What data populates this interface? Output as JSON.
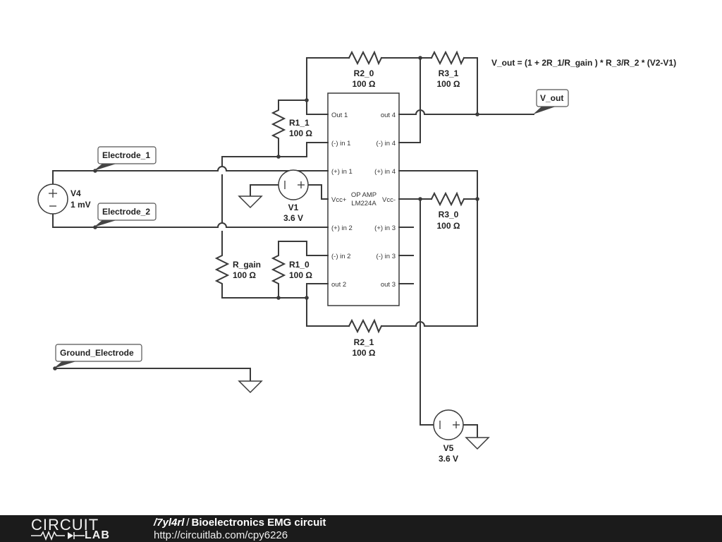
{
  "formula": "V_out = (1 + 2R_1/R_gain ) * R_3/R_2 * (V2-V1)",
  "net_tags": {
    "electrode_1": "Electrode_1",
    "electrode_2": "Electrode_2",
    "ground_electrode": "Ground_Electrode",
    "v_out": "V_out"
  },
  "opamp": {
    "part_type": "OP AMP",
    "part_number": "LM224A",
    "pins_left": [
      "Out 1",
      "(-) in 1",
      "(+) in 1",
      "Vcc+",
      "(+) in 2",
      "(-) in 2",
      "out 2"
    ],
    "pins_right": [
      "out 4",
      "(-) in 4",
      "(+) in 4",
      "Vcc-",
      "(+) in 3",
      "(-) in 3",
      "out 3"
    ]
  },
  "resistors": {
    "r2_0": {
      "name": "R2_0",
      "value": "100 Ω"
    },
    "r3_1": {
      "name": "R3_1",
      "value": "100 Ω"
    },
    "r1_1": {
      "name": "R1_1",
      "value": "100 Ω"
    },
    "r3_0": {
      "name": "R3_0",
      "value": "100 Ω"
    },
    "r_gain": {
      "name": "R_gain",
      "value": "100 Ω"
    },
    "r1_0": {
      "name": "R1_0",
      "value": "100 Ω"
    },
    "r2_1": {
      "name": "R2_1",
      "value": "100 Ω"
    }
  },
  "sources": {
    "v4": {
      "name": "V4",
      "value": "1 mV"
    },
    "v1": {
      "name": "V1",
      "value": "3.6 V"
    },
    "v5": {
      "name": "V5",
      "value": "3.6 V"
    }
  },
  "footer": {
    "logo_top": "CIRCUIT",
    "logo_bottom": "LAB",
    "author": "/7yl4rl",
    "separator": "/",
    "title": "Bioelectronics EMG circuit",
    "url": "http://circuitlab.com/cpy6226"
  }
}
